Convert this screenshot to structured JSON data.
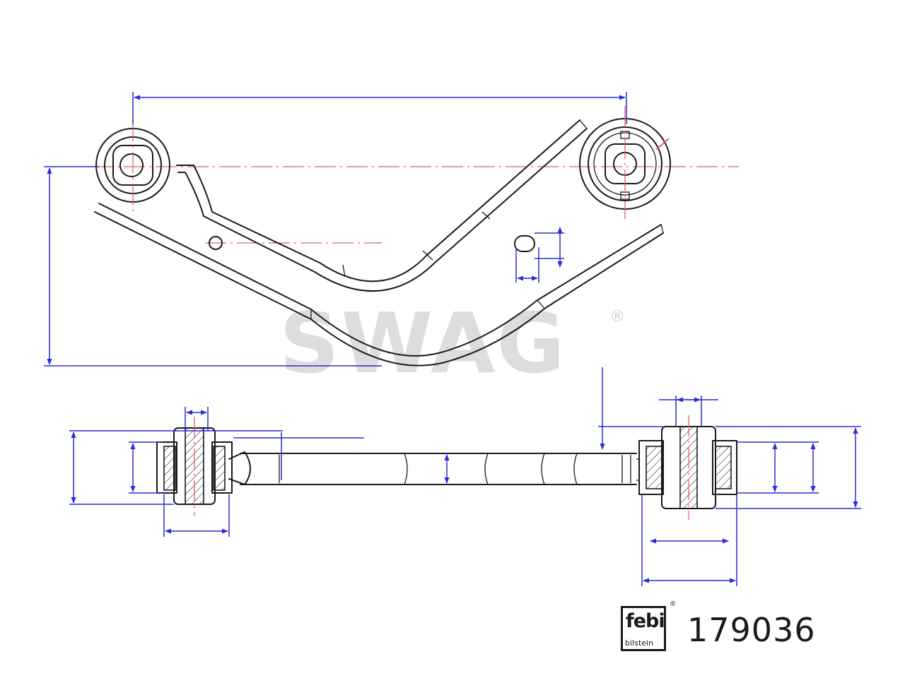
{
  "watermark": {
    "text": "SWAG",
    "mark": "®"
  },
  "logo": {
    "brand": "febi",
    "sub": "bilstein",
    "mark": "®"
  },
  "part_number": "179036",
  "colors": {
    "outline": "#1a1a1a",
    "dimension_lines": "#2b2bd9",
    "center_lines": "#e06060",
    "watermark": "#d2d2d2"
  }
}
